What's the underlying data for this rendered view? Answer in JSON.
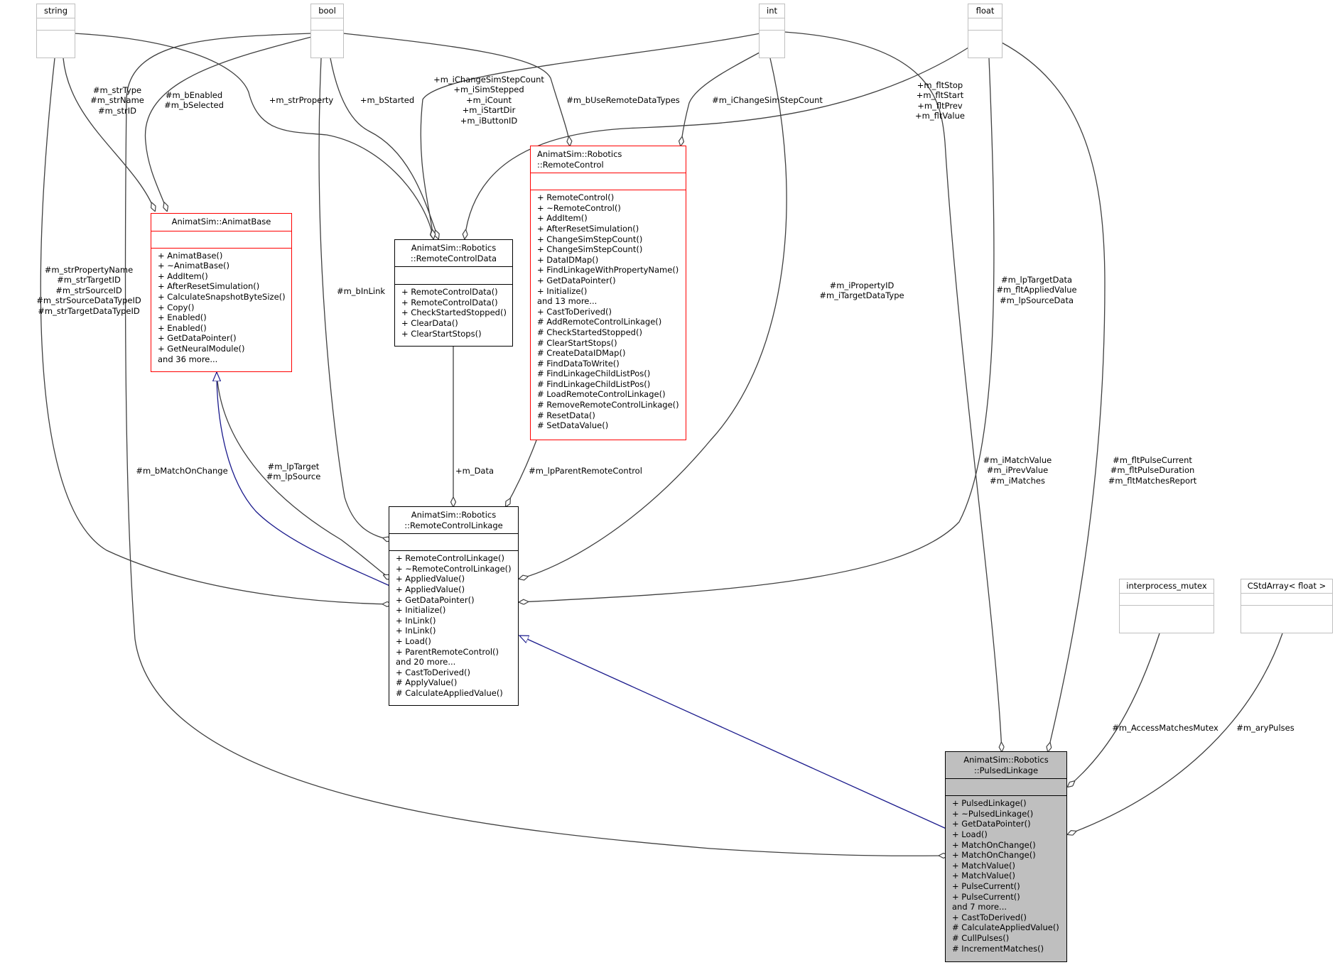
{
  "classes": {
    "string": {
      "title": "string"
    },
    "bool": {
      "title": "bool"
    },
    "int": {
      "title": "int"
    },
    "float": {
      "title": "float"
    },
    "interprocess_mutex": {
      "title": "interprocess_mutex"
    },
    "cstdarray": {
      "title": "CStdArray< float >"
    },
    "animatbase": {
      "title": "AnimatSim::AnimatBase",
      "members": "+ AnimatBase()\n+ ~AnimatBase()\n+ AddItem()\n+ AfterResetSimulation()\n+ CalculateSnapshotByteSize()\n+ Copy()\n+ Enabled()\n+ Enabled()\n+ GetDataPointer()\n+ GetNeuralModule()\nand 36 more..."
    },
    "remotecontroldata": {
      "title": "AnimatSim::Robotics\n::RemoteControlData",
      "members": "+ RemoteControlData()\n+ RemoteControlData()\n+ CheckStartedStopped()\n+ ClearData()\n+ ClearStartStops()"
    },
    "remotecontrol": {
      "title": "AnimatSim::Robotics\n::RemoteControl",
      "members": "+ RemoteControl()\n+ ~RemoteControl()\n+ AddItem()\n+ AfterResetSimulation()\n+ ChangeSimStepCount()\n+ ChangeSimStepCount()\n+ DataIDMap()\n+ FindLinkageWithPropertyName()\n+ GetDataPointer()\n+ Initialize()\nand 13 more...\n+ CastToDerived()\n# AddRemoteControlLinkage()\n# CheckStartedStopped()\n# ClearStartStops()\n# CreateDataIDMap()\n# FindDataToWrite()\n# FindLinkageChildListPos()\n# FindLinkageChildListPos()\n# LoadRemoteControlLinkage()\n# RemoveRemoteControlLinkage()\n# ResetData()\n# SetDataValue()"
    },
    "remotecontrollinkage": {
      "title": "AnimatSim::Robotics\n::RemoteControlLinkage",
      "members": "+ RemoteControlLinkage()\n+ ~RemoteControlLinkage()\n+ AppliedValue()\n+ AppliedValue()\n+ GetDataPointer()\n+ Initialize()\n+ InLink()\n+ InLink()\n+ Load()\n+ ParentRemoteControl()\nand 20 more...\n+ CastToDerived()\n# ApplyValue()\n# CalculateAppliedValue()"
    },
    "pulsedlinkage": {
      "title": "AnimatSim::Robotics\n::PulsedLinkage",
      "members": "+ PulsedLinkage()\n+ ~PulsedLinkage()\n+ GetDataPointer()\n+ Load()\n+ MatchOnChange()\n+ MatchOnChange()\n+ MatchValue()\n+ MatchValue()\n+ PulseCurrent()\n+ PulseCurrent()\nand 7 more...\n+ CastToDerived()\n# CalculateAppliedValue()\n# CullPulses()\n# IncrementMatches()"
    }
  },
  "edge_labels": {
    "str_type_name_id": "#m_strType\n#m_strName\n#m_strID",
    "b_enabled_selected": "#m_bEnabled\n#m_bSelected",
    "str_property": "+m_strProperty",
    "b_started": "+m_bStarted",
    "rcd_ints": "+m_iChangeSimStepCount\n+m_iSimStepped\n+m_iCount\n+m_iStartDir\n+m_iButtonID",
    "b_use_remote": "#m_bUseRemoteDataTypes",
    "rc_change_step": "#m_iChangeSimStepCount",
    "rcd_floats": "+m_fltStop\n+m_fltStart\n+m_fltPrev\n+m_fltValue",
    "str_linkage": "#m_strPropertyName\n#m_strTargetID\n#m_strSourceID\n#m_strSourceDataTypeID\n#m_strTargetDataTypeID",
    "b_in_link": "#m_bInLink",
    "i_property": "#m_iPropertyID\n#m_iTargetDataType",
    "lp_data": "#m_lpTargetData\n#m_fltAppliedValue\n#m_lpSourceData",
    "b_match_on_change": "#m_bMatchOnChange",
    "lp_target_source": "#m_lpTarget\n#m_lpSource",
    "m_data": "+m_Data",
    "lp_parent": "#m_lpParentRemoteControl",
    "i_match": "#m_iMatchValue\n#m_iPrevValue\n#m_iMatches",
    "flt_pulse": "#m_fltPulseCurrent\n#m_fltPulseDuration\n#m_fltMatchesReport",
    "access_mutex": "#m_AccessMatchesMutex",
    "ary_pulses": "#m_aryPulses"
  }
}
